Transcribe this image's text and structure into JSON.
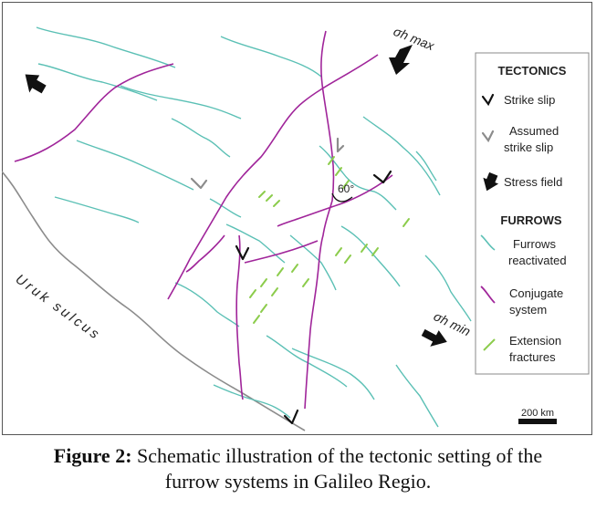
{
  "diagram": {
    "labels": {
      "sigma_max": "σh max",
      "sigma_min": "σh min",
      "angle": "60°",
      "sulcus": "Uruk sulcus"
    },
    "scale_bar": "200 km",
    "colors": {
      "furrow": "#5bc0b5",
      "conjugate": "#a0259a",
      "extension": "#8ccc4c",
      "sulcus": "#8c8c8c",
      "stress_arrow": "#111111",
      "assumed_slip": "#8c8c8c"
    }
  },
  "legend": {
    "tectonics_heading": "TECTONICS",
    "strike_slip": "Strike slip",
    "assumed_line1": "Assumed",
    "assumed_line2": "strike slip",
    "stress_field": "Stress field",
    "furrows_heading": "FURROWS",
    "reactivated_line1": "Furrows",
    "reactivated_line2": "reactivated",
    "conjugate_line1": "Conjugate",
    "conjugate_line2": "system",
    "extension_line1": "Extension",
    "extension_line2": "fractures"
  },
  "caption": {
    "label": "Figure 2:",
    "line1": "Schematic illustration of the tectonic setting of the",
    "line2": "furrow systems in Galileo Regio."
  }
}
